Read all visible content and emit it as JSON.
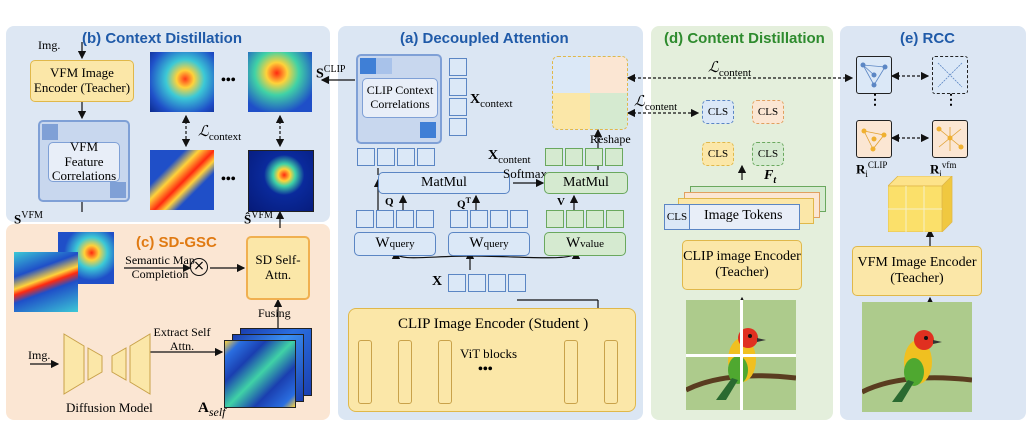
{
  "panels": {
    "context_distillation": {
      "title": "(b) Context Distillation",
      "color": "#1f5aa8"
    },
    "decoupled_attention": {
      "title": "(a) Decoupled Attention",
      "color": "#1f5aa8"
    },
    "content_distillation": {
      "title": "(d) Content Distillation",
      "color": "#2e8b2e"
    },
    "rcc": {
      "title": "(e) RCC",
      "color": "#1f5aa8"
    },
    "sd_gsc": {
      "title": "(c) SD-GSC",
      "color": "#e07a12"
    }
  },
  "context": {
    "img_label": "Img.",
    "vfm_encoder": "VFM Image Encoder (Teacher)",
    "vfm_corr": "VFM Feature Correlations",
    "s_clip": "S",
    "s_clip_sup": "CLIP",
    "s_vfm": "S",
    "s_vfm_sup": "VFM",
    "s_hat_vfm": "Ŝ",
    "s_hat_vfm_sup": "VFM",
    "loss_context": "ℒ",
    "loss_context_sub": "context",
    "dots": "•••"
  },
  "decoupled": {
    "clip_corr": "CLIP Context Correlations",
    "x_context": "X",
    "x_context_sub": "context",
    "x_content": "X",
    "x_content_sub": "content",
    "softmax": "Softmax",
    "reshape": "Reshape",
    "matmul1": "MatMul",
    "matmul2": "MatMul",
    "q": "Q",
    "qt": "Q",
    "qt_sup": "T",
    "v": "V",
    "wquery1": "W",
    "wquery1_sub": "query",
    "wquery2": "W",
    "wquery2_sub": "query",
    "wvalue": "W",
    "wvalue_sub": "value",
    "x": "X",
    "student": "CLIP Image Encoder (Student )",
    "vit": "ViT blocks",
    "vit_dots": "•••"
  },
  "content": {
    "loss_content": "ℒ",
    "loss_content_sub": "content",
    "cls_labels": [
      "CLS",
      "CLS",
      "CLS",
      "CLS"
    ],
    "ft": "F",
    "ft_sub": "t",
    "cls_token": "CLS",
    "image_tokens": "Image Tokens",
    "clip_encoder": "CLIP image Encoder (Teacher)"
  },
  "rcc": {
    "loss_content": "ℒ",
    "loss_content_sub": "content",
    "r_clip": "R",
    "r_clip_sub": "i",
    "r_clip_sup": "CLIP",
    "r_vfm": "R",
    "r_vfm_sub": "i",
    "r_vfm_sup": "vfm",
    "vfm_encoder": "VFM Image Encoder (Teacher)"
  },
  "sdgsc": {
    "semantic": "Semantic Map Completion",
    "sd_attn": "SD Self-Attn.",
    "fusing": "Fusing",
    "extract": "Extract Self Attn.",
    "img_label": "Img.",
    "diffusion": "Diffusion Model",
    "a_self": "A",
    "a_self_sub": "self"
  },
  "colors": {
    "blue_panel": "#dce6f2",
    "green_panel": "#e3efdb",
    "orange_panel": "#fbe5d2",
    "yellow_fill": "#fbe7a8",
    "yellow_border": "#e0b84a",
    "blue_fill": "#dbe8f7",
    "blue_border": "#5b86c4",
    "green_fill": "#d5ead0",
    "green_border": "#6aa85e"
  }
}
